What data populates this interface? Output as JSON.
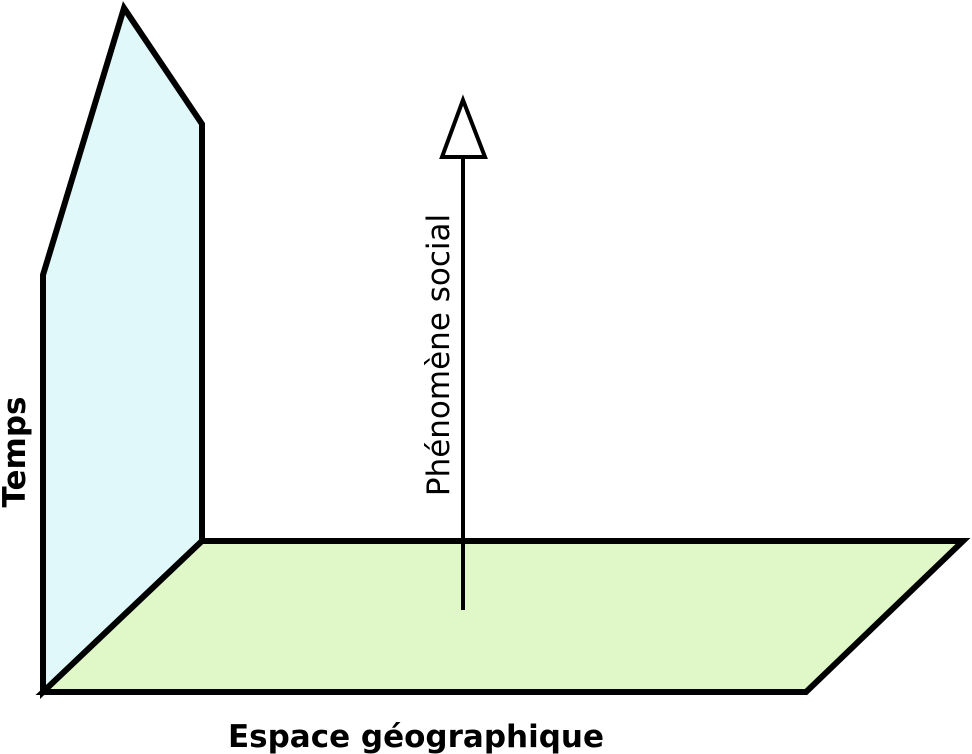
{
  "labels": {
    "time_axis": "Temps",
    "space_axis": "Espace géographique",
    "phenomenon_axis": "Phénomène social"
  },
  "colors": {
    "time_plane_fill": "#e0f8fa",
    "space_plane_fill": "#e0f8c8",
    "stroke": "#000000",
    "arrow_head_fill": "#ffffff"
  }
}
